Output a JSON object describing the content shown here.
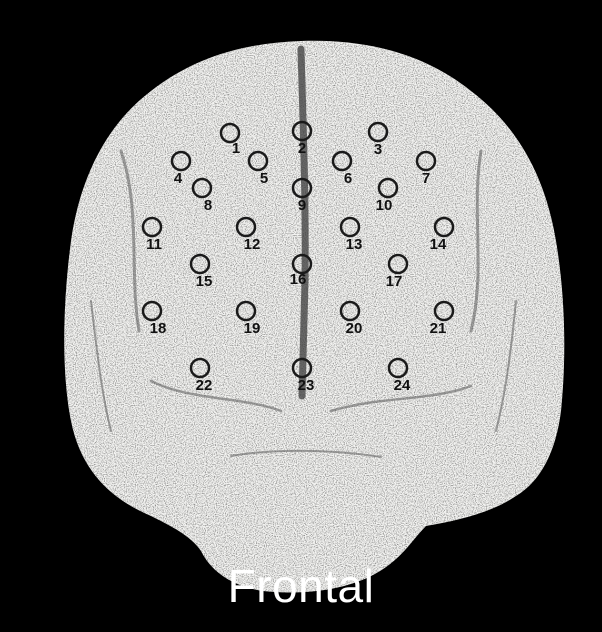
{
  "caption": "Frontal",
  "colors": {
    "background": "#000000",
    "brain": "#f4f4f2",
    "electrode_ring": "#1a1a1a",
    "label": "#111111",
    "caption": "#ffffff"
  },
  "electrodes": [
    {
      "label": "1"
    },
    {
      "label": "2"
    },
    {
      "label": "3"
    },
    {
      "label": "4"
    },
    {
      "label": "5"
    },
    {
      "label": "6"
    },
    {
      "label": "7"
    },
    {
      "label": "8"
    },
    {
      "label": "9"
    },
    {
      "label": "10"
    },
    {
      "label": "11"
    },
    {
      "label": "12"
    },
    {
      "label": "13"
    },
    {
      "label": "14"
    },
    {
      "label": "15"
    },
    {
      "label": "16"
    },
    {
      "label": "17"
    },
    {
      "label": "18"
    },
    {
      "label": "19"
    },
    {
      "label": "20"
    },
    {
      "label": "21"
    },
    {
      "label": "22"
    },
    {
      "label": "23"
    },
    {
      "label": "24"
    }
  ]
}
